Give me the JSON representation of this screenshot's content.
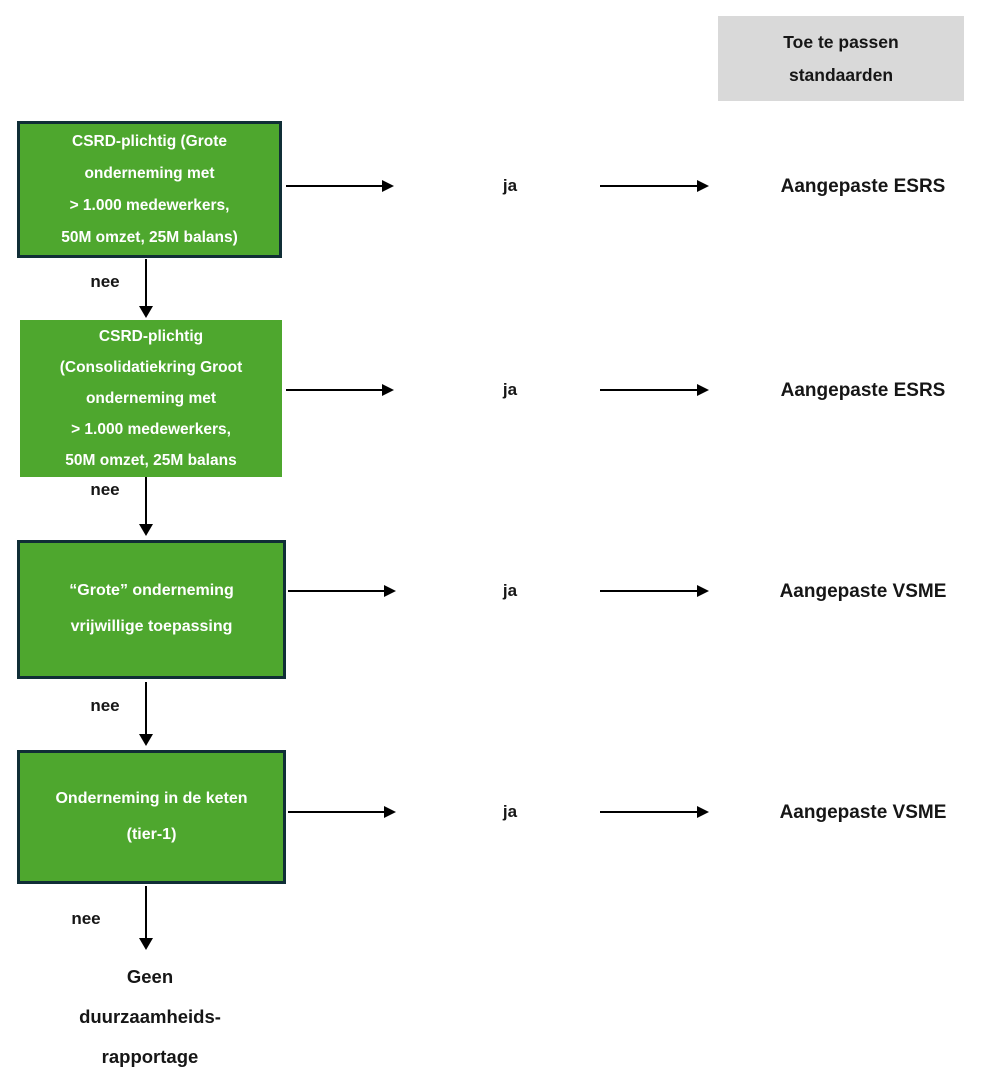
{
  "colors": {
    "green": "#4EA72E",
    "box_border": "#102e36",
    "header_gray": "#D9D9D9",
    "ink": "#161616"
  },
  "header": {
    "line1": "Toe te passen",
    "line2": "standaarden"
  },
  "flow": {
    "yes_label": "ja",
    "no_label": "nee",
    "rows": [
      {
        "box_lines": [
          "CSRD-plichtig (Grote",
          "onderneming met",
          "> 1.000 medewerkers,",
          "50M omzet, 25M balans)"
        ],
        "outcome": "Aangepaste ESRS"
      },
      {
        "box_lines": [
          "CSRD-plichtig",
          "(Consolidatiekring Groot",
          "onderneming met",
          "> 1.000 medewerkers,",
          "50M omzet, 25M balans"
        ],
        "outcome": "Aangepaste ESRS"
      },
      {
        "box_lines": [
          "“Grote” onderneming",
          "vrijwillige toepassing"
        ],
        "outcome": "Aangepaste VSME"
      },
      {
        "box_lines": [
          "Onderneming in de keten",
          "(tier-1)"
        ],
        "outcome": "Aangepaste VSME"
      }
    ],
    "terminal_lines": [
      "Geen",
      "duurzaamheids-",
      "rapportage"
    ]
  }
}
